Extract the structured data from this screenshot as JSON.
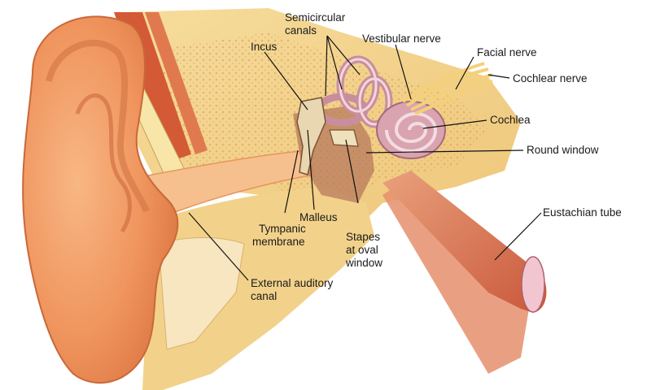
{
  "labels": {
    "semicircular_1": "Semicircular",
    "semicircular_2": "canals",
    "incus": "Incus",
    "vestibular_nerve": "Vestibular nerve",
    "facial_nerve": "Facial nerve",
    "cochlear_nerve": "Cochlear nerve",
    "cochlea": "Cochlea",
    "round_window": "Round window",
    "eustachian_tube": "Eustachian tube",
    "malleus": "Malleus",
    "tympanic_1": "Tympanic",
    "tympanic_2": "membrane",
    "stapes_1": "Stapes",
    "stapes_2": "at oval",
    "stapes_3": "window",
    "external_1": "External auditory",
    "external_2": "canal"
  },
  "colors": {
    "skin": "#f3a06a",
    "skin_dark": "#d9773f",
    "bone": "#f2d28a",
    "cartilage": "#f7e6a8",
    "muscle": "#d9603a",
    "labyrinth": "#d9a3b0",
    "nerve": "#f4d07a"
  }
}
